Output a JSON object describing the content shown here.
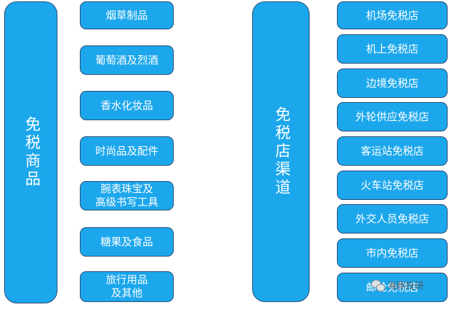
{
  "left_column": {
    "title": "免税商品",
    "items": [
      "烟草制品",
      "葡萄酒及烈酒",
      "香水化妆品",
      "时尚品及配件",
      "腕表珠宝及\n高级书写工具",
      "糖果及食品",
      "旅行用品\n及其他"
    ]
  },
  "right_column": {
    "title": "免税店渠道",
    "items": [
      "机场免税店",
      "机上免税店",
      "边境免税店",
      "外轮供应免税店",
      "客运站免税店",
      "火车站免税店",
      "外交人员免税店",
      "市内免税店",
      "邮轮免税店"
    ]
  },
  "watermark": {
    "text": "海豚投研"
  },
  "colors": {
    "box_fill": "#1ca7ec",
    "box_border": "#2a4a74",
    "text": "#ffffff"
  }
}
